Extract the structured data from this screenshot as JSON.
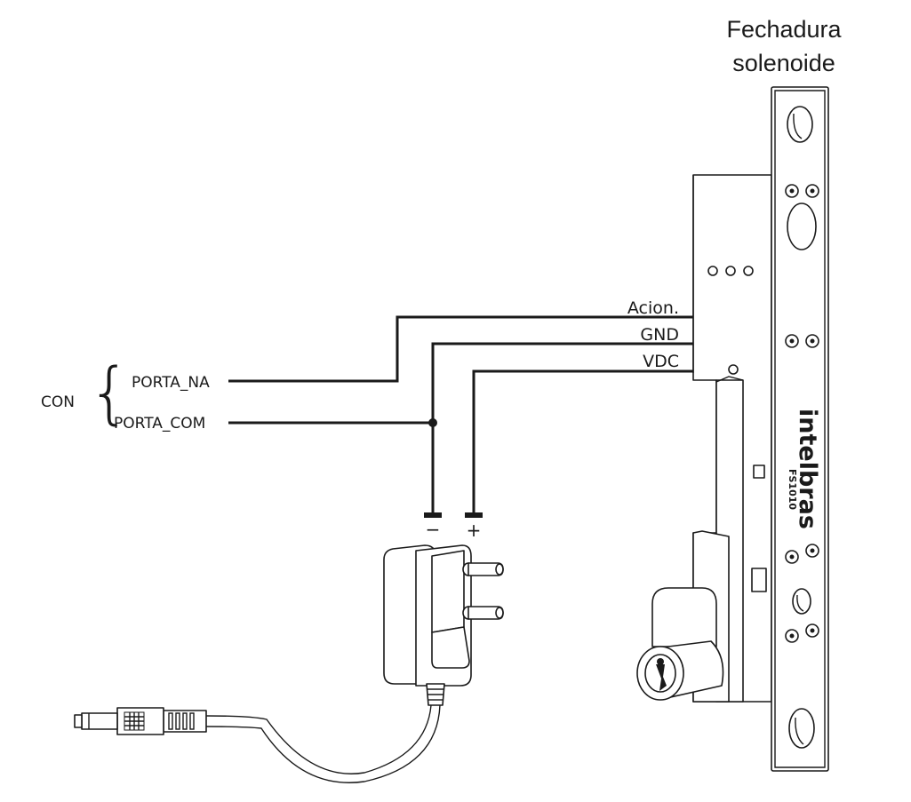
{
  "lock": {
    "title_line1": "Fechadura",
    "title_line2": "solenoide",
    "brand": "intelbras",
    "model": "FS1010"
  },
  "wires": {
    "acion": "Acion.",
    "gnd": "GND",
    "vdc": "VDC"
  },
  "connector": {
    "label": "CON",
    "porta_na": "PORTA_NA",
    "porta_com": "PORTA_COM"
  },
  "power": {
    "minus": "−",
    "plus": "+"
  }
}
